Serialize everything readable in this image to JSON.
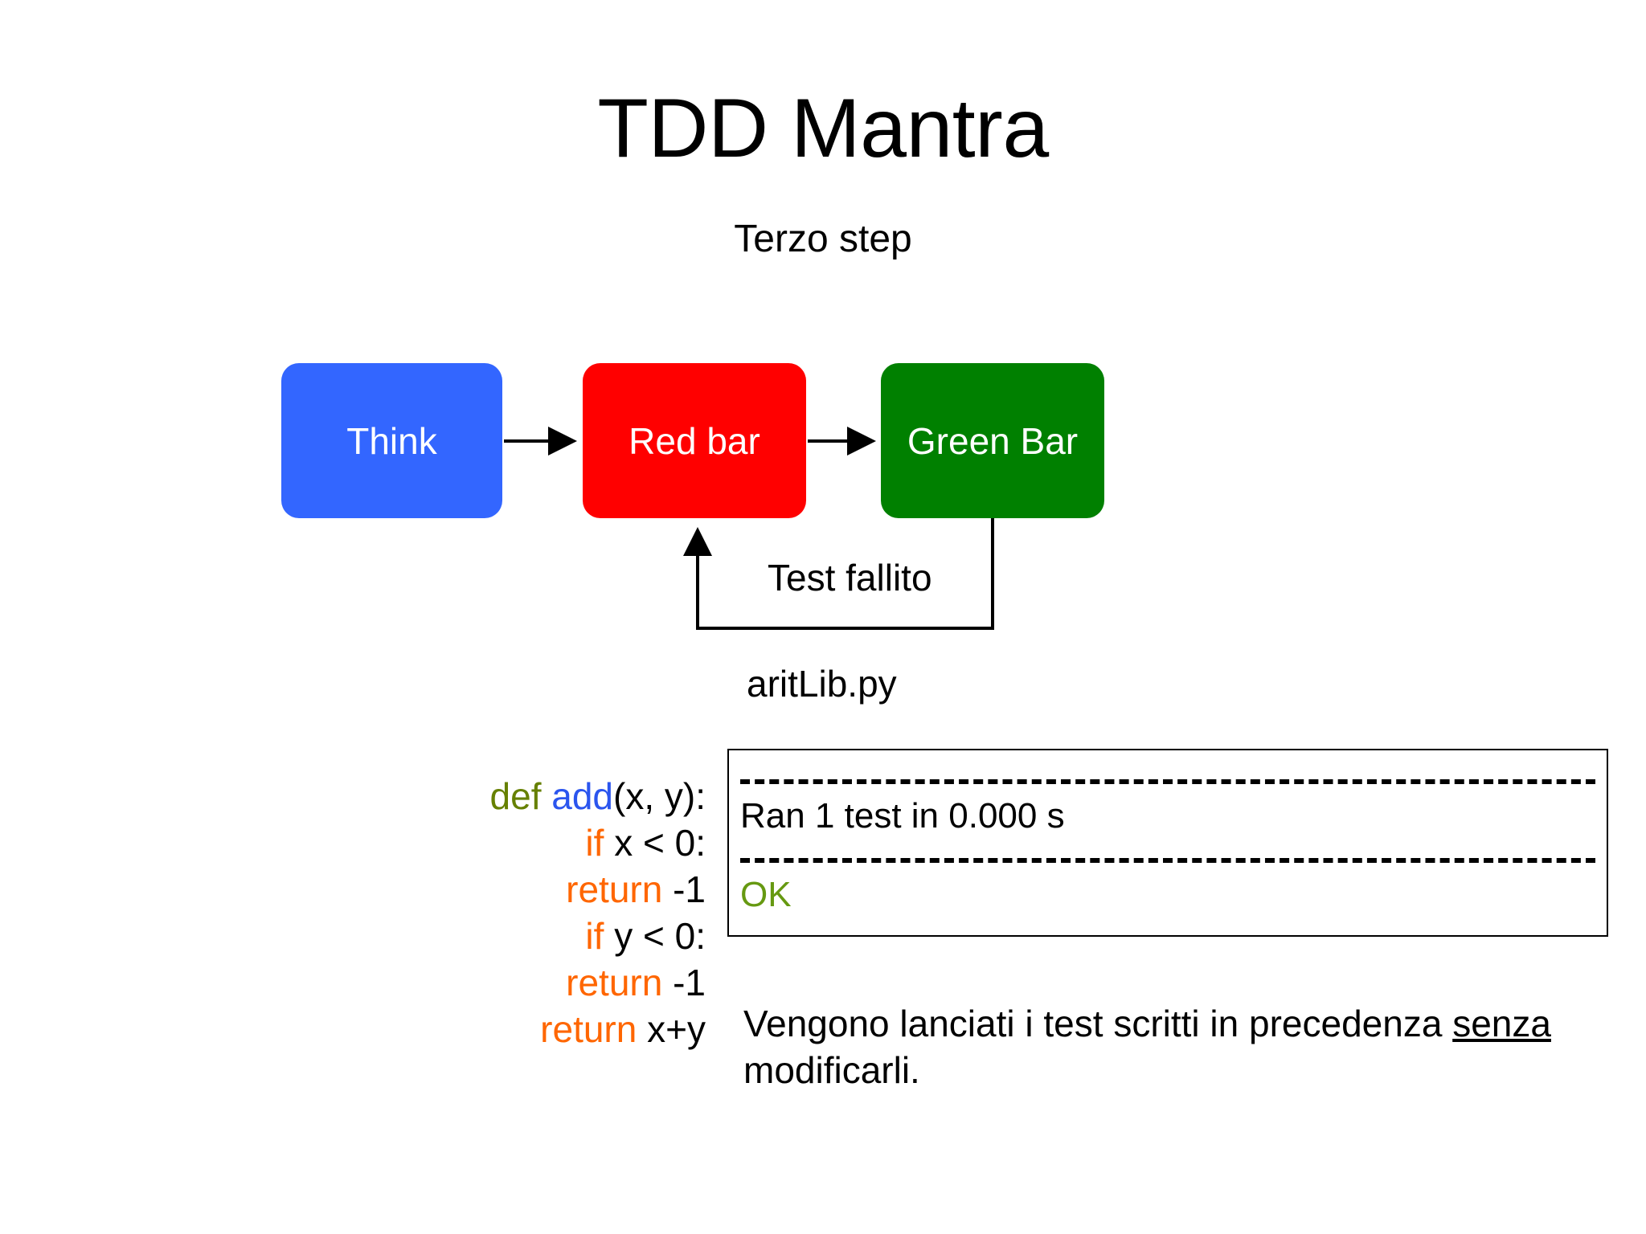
{
  "slide": {
    "title": "TDD Mantra",
    "subtitle": "Terzo step"
  },
  "flow": {
    "nodes": [
      {
        "id": "think",
        "label": "Think",
        "color": "#3366ff"
      },
      {
        "id": "red",
        "label": "Red bar",
        "color": "#ff0000"
      },
      {
        "id": "green",
        "label": "Green Bar",
        "color": "#008000"
      }
    ],
    "edges": [
      {
        "from": "think",
        "to": "red",
        "label": ""
      },
      {
        "from": "red",
        "to": "green",
        "label": ""
      },
      {
        "from": "green",
        "to": "red",
        "label": "Test fallito"
      }
    ],
    "feedback_label": "Test fallito"
  },
  "code_panel": {
    "filename": "aritLib.py",
    "lines": [
      {
        "parts": [
          {
            "t": "def ",
            "c": "kw-def"
          },
          {
            "t": "add",
            "c": "kw-fn"
          },
          {
            "t": "(x, y):",
            "c": ""
          }
        ]
      },
      {
        "parts": [
          {
            "t": "if ",
            "c": "kw-flow"
          },
          {
            "t": "x < 0:",
            "c": ""
          }
        ]
      },
      {
        "parts": [
          {
            "t": "return ",
            "c": "kw-flow"
          },
          {
            "t": "-1",
            "c": ""
          }
        ]
      },
      {
        "parts": [
          {
            "t": "if ",
            "c": "kw-flow"
          },
          {
            "t": "y < 0:",
            "c": ""
          }
        ]
      },
      {
        "parts": [
          {
            "t": "return ",
            "c": "kw-flow"
          },
          {
            "t": "-1",
            "c": ""
          }
        ]
      },
      {
        "parts": [
          {
            "t": "return ",
            "c": "kw-flow"
          },
          {
            "t": "x+y",
            "c": ""
          }
        ]
      }
    ],
    "colors": {
      "keyword_def": "#668000",
      "function_name": "#2b55ee",
      "keyword_flow": "#ff6600",
      "plain": "#000000"
    }
  },
  "console": {
    "rule": "----------------------------------------------------------------------",
    "summary": "Ran 1 test in 0.000 s",
    "status": "OK",
    "status_color": "#669911"
  },
  "caption": {
    "before": "Vengono lanciati i test scritti in precedenza ",
    "underlined": "senza",
    "after": " modificarli."
  }
}
